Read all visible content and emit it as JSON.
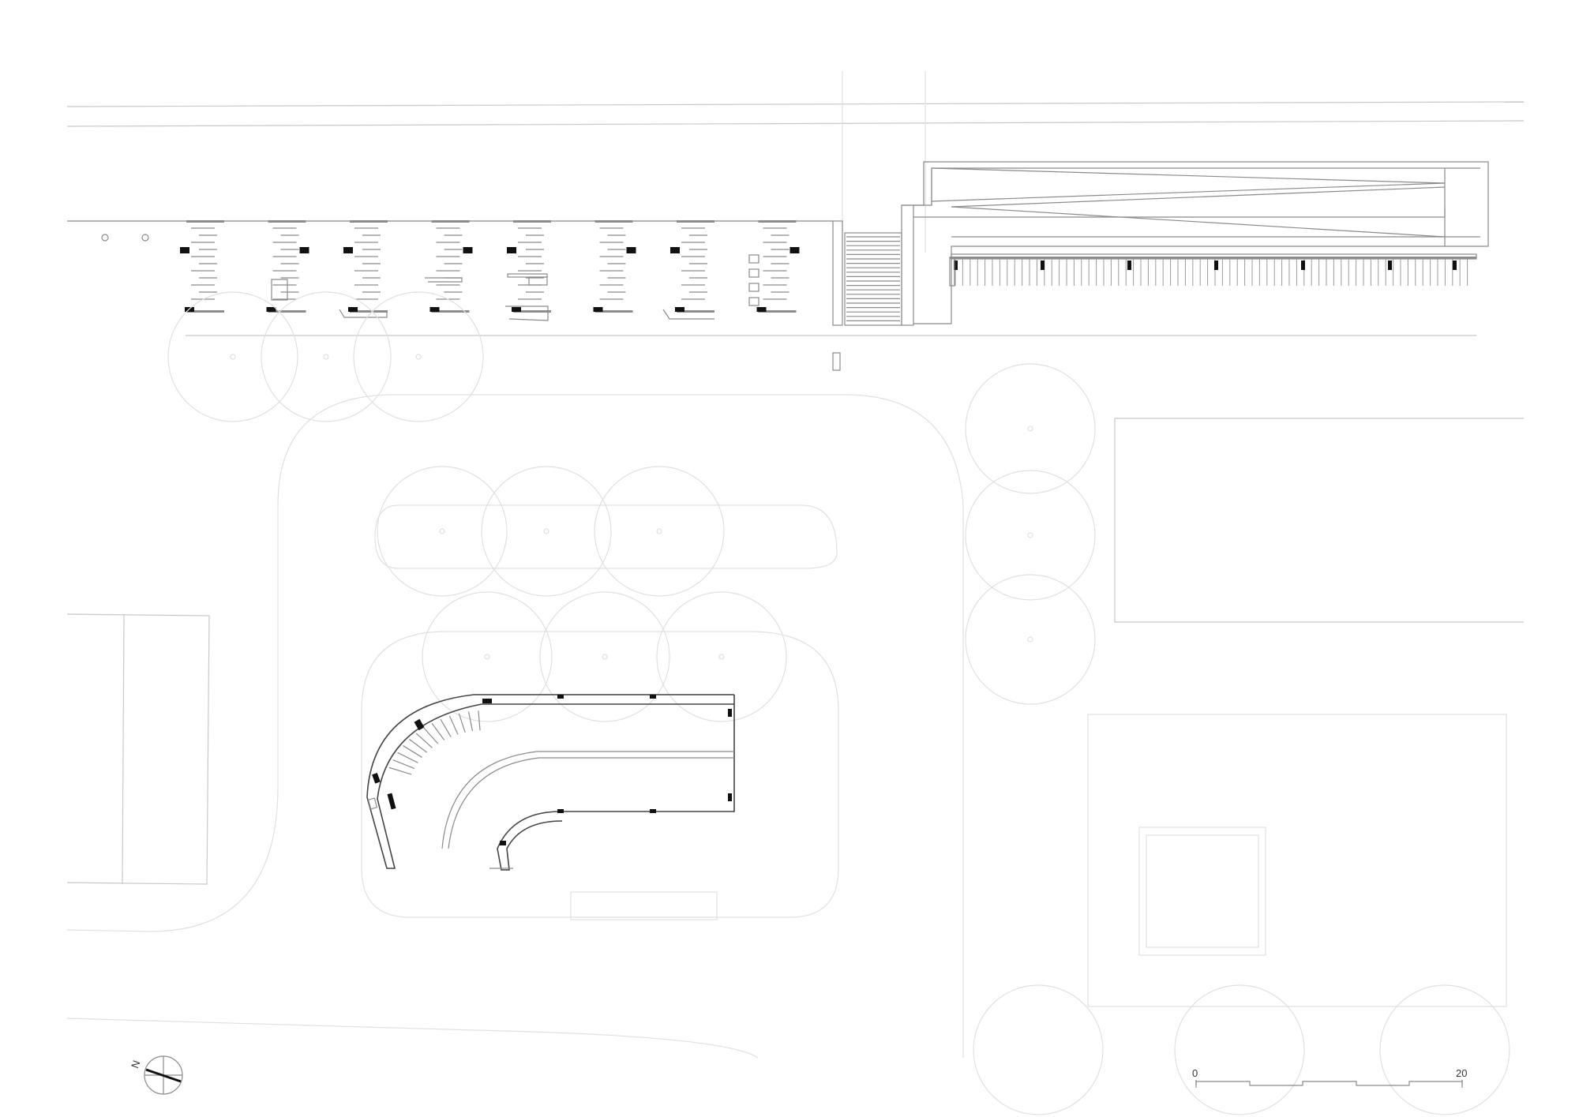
{
  "scale_bar": {
    "start_label": "0",
    "end_label": "20"
  },
  "north_arrow": {
    "label": "N"
  }
}
